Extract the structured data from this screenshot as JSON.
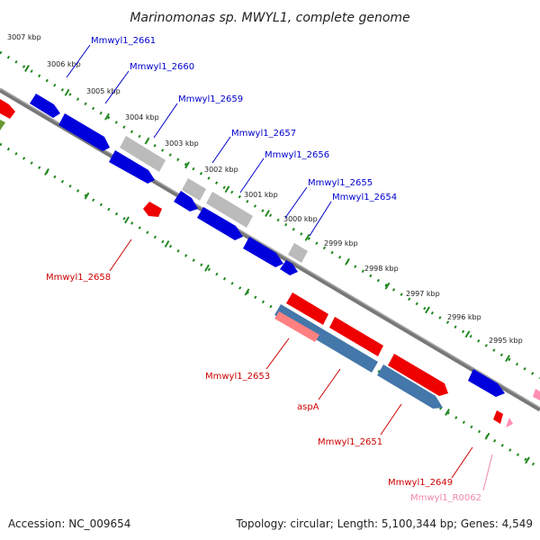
{
  "title": "Marinomonas sp. MWYL1, complete genome",
  "footer": {
    "accession": "Accession: NC_009654",
    "summary": "Topology: circular; Length: 5,100,344 bp; Genes: 4,549"
  },
  "colors": {
    "forward_cds": "#0000dd",
    "reverse_cds": "#ee0000",
    "pseudo": "#bbbbbb",
    "other_reverse": "#4477aa",
    "rna": "#ff8fb0",
    "ticks": "#228822",
    "backbone": "#777777",
    "forward_label": "#0000cc",
    "reverse_label": "#cc0000",
    "rna_label": "#ee88aa"
  },
  "scale_labels": [
    "3007 kbp",
    "3006 kbp",
    "3005 kbp",
    "3004 kbp",
    "3003 kbp",
    "3002 kbp",
    "3001 kbp",
    "3000 kbp",
    "2999 kbp",
    "2998 kbp",
    "2997 kbp",
    "2996 kbp",
    "2995 kbp"
  ],
  "forward_genes": [
    "Mmwyl1_2661",
    "Mmwyl1_2660",
    "Mmwyl1_2659",
    "Mmwyl1_2657",
    "Mmwyl1_2656",
    "Mmwyl1_2655",
    "Mmwyl1_2654"
  ],
  "reverse_genes": [
    "Mmwyl1_2658",
    "Mmwyl1_2653",
    "aspA",
    "Mmwyl1_2651",
    "Mmwyl1_2649"
  ],
  "rna_genes": [
    "Mmwyl1_R0062"
  ]
}
